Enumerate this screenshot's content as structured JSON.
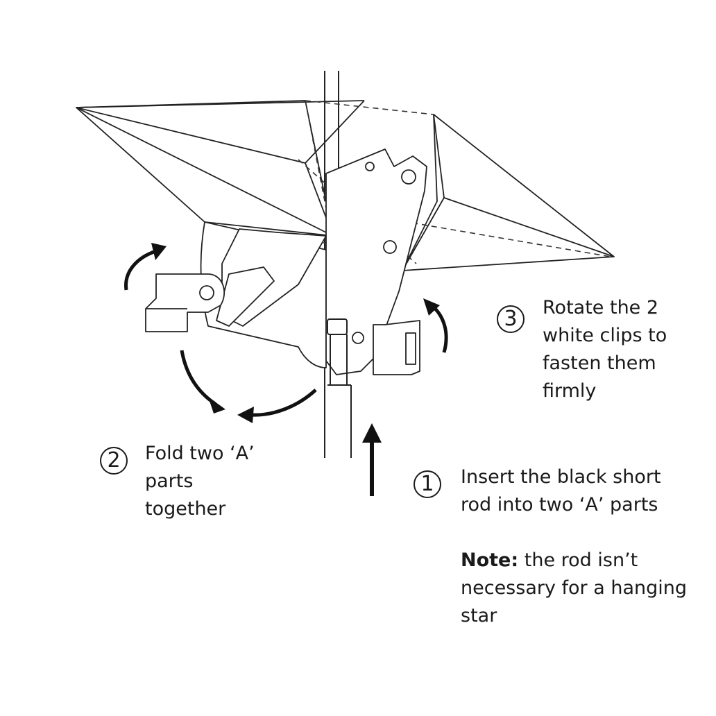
{
  "steps": [
    {
      "number": "1",
      "lines": [
        "Insert the black short",
        "rod into two ‘A’ parts"
      ]
    },
    {
      "number": "2",
      "lines": [
        "Fold two ‘A’",
        "parts",
        "together"
      ]
    },
    {
      "number": "3",
      "lines": [
        "Rotate the 2",
        "white clips to",
        "fasten them",
        "firmly"
      ]
    }
  ],
  "note": {
    "label": "Note:",
    "lines": [
      " the rod isn’t",
      "necessary for a hanging",
      "star"
    ]
  }
}
